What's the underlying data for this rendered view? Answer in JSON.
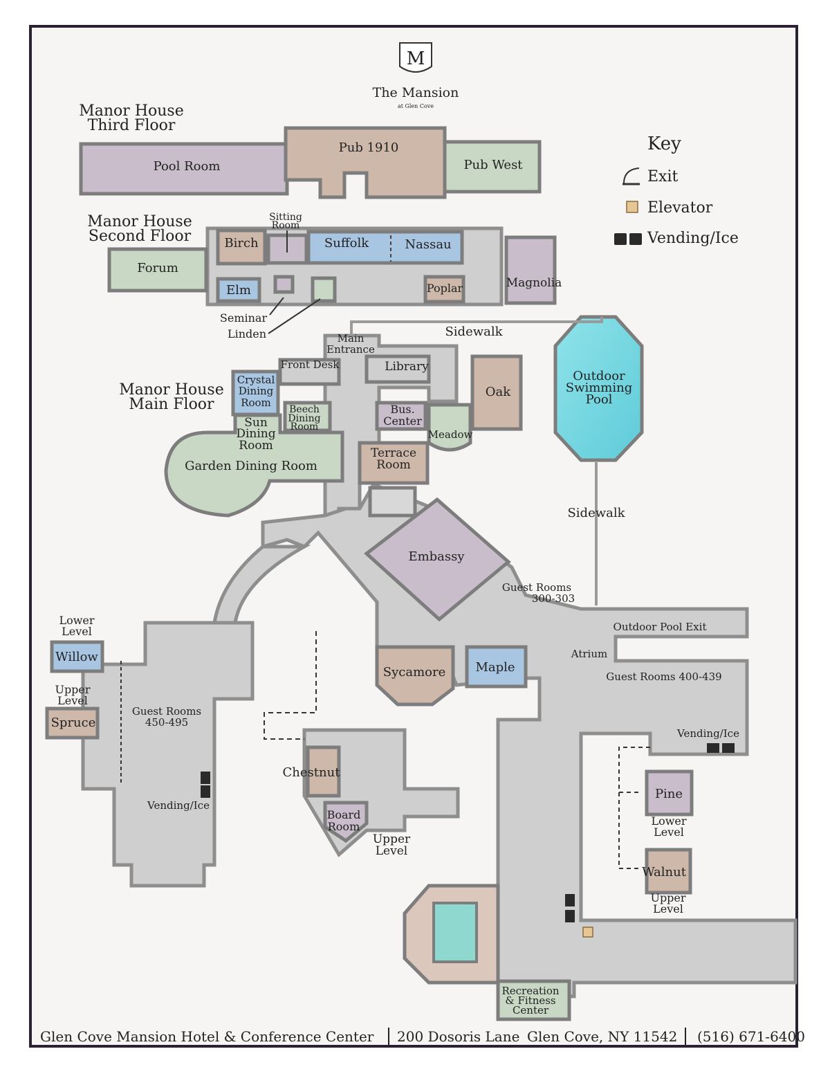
{
  "logo": {
    "letter": "M",
    "name": "The Mansion",
    "tagline": "at Glen Cove"
  },
  "sections": {
    "third_floor": [
      "Manor House",
      "Third Floor"
    ],
    "second_floor": [
      "Manor House",
      "Second Floor"
    ],
    "main_floor": [
      "Manor House",
      "Main Floor"
    ]
  },
  "key": {
    "title": "Key",
    "exit": "Exit",
    "elevator": "Elevator",
    "vending": "Vending/Ice"
  },
  "rooms": {
    "pool_room": "Pool Room",
    "pub_1910": "Pub 1910",
    "pub_west": "Pub West",
    "sitting_room": [
      "Sitting",
      "Room"
    ],
    "birch": "Birch",
    "suffolk": "Suffolk",
    "nassau": "Nassau",
    "forum": "Forum",
    "elm": "Elm",
    "poplar": "Poplar",
    "magnolia": "Magnolia",
    "seminar": "Seminar",
    "linden": "Linden",
    "main_entrance": [
      "Main",
      "Entrance"
    ],
    "front_desk": "Front Desk",
    "library": "Library",
    "oak": "Oak",
    "crystal": [
      "Crystal",
      "Dining",
      "Room"
    ],
    "beech": [
      "Beech",
      "Dining",
      "Room"
    ],
    "bus_center": [
      "Bus.",
      "Center"
    ],
    "meadow": "Meadow",
    "sun": [
      "Sun",
      "Dining",
      "Room"
    ],
    "garden": "Garden Dining Room",
    "terrace": [
      "Terrace",
      "Room"
    ],
    "outdoor_pool": [
      "Outdoor",
      "Swimming",
      "Pool"
    ],
    "sidewalk_top": "Sidewalk",
    "sidewalk_right": "Sidewalk",
    "embassy": "Embassy",
    "guest_300": [
      "Guest Rooms",
      "300-303"
    ],
    "outdoor_pool_exit": "Outdoor Pool Exit",
    "atrium": "Atrium",
    "guest_400": "Guest Rooms 400-439",
    "vending_right": "Vending/Ice",
    "sycamore": "Sycamore",
    "maple": "Maple",
    "willow_level": [
      "Lower",
      "Level"
    ],
    "willow": "Willow",
    "spruce_level": [
      "Upper",
      "Level"
    ],
    "spruce": "Spruce",
    "guest_450": [
      "Guest Rooms",
      "450-495"
    ],
    "vending_left": "Vending/Ice",
    "chestnut": "Chestnut",
    "board": [
      "Board",
      "Room"
    ],
    "chestnut_level": [
      "Upper",
      "Level"
    ],
    "pine": "Pine",
    "pine_level": [
      "Lower",
      "Level"
    ],
    "walnut": "Walnut",
    "walnut_level": [
      "Upper",
      "Level"
    ],
    "recreation": [
      "Recreation",
      "& Fitness",
      "Center"
    ]
  },
  "footer": {
    "hotel": "Glen Cove Mansion Hotel & Conference Center",
    "address": "200 Dosoris Lane",
    "city": "Glen Cove, NY 11542",
    "phone": "(516) 671-6400"
  },
  "colors": {
    "purple": "#c9bccb",
    "tan": "#cdb8a9",
    "green": "#c8d8c4",
    "blue": "#a8c6e2",
    "pool": "#7fd6e0",
    "corridor": "#cfcfd0",
    "frame": "#2a2233"
  }
}
